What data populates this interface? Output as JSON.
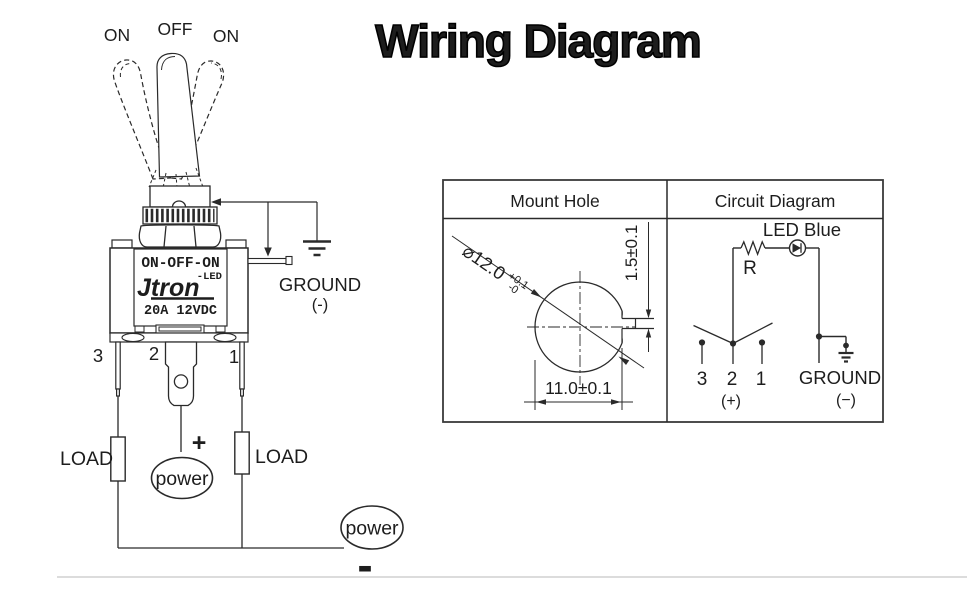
{
  "title": "Wiring Diagram",
  "colors": {
    "ink": "#2a2a2a",
    "paper": "#ffffff",
    "scan_edge": "#d0d0d0"
  },
  "toggle_switch": {
    "positions": [
      "ON",
      "OFF",
      "ON"
    ],
    "body_label_row1": "ON-OFF-ON",
    "body_label_row2": "-LED",
    "brand": "Jtron",
    "rating": "20A 12VDC",
    "terminals": [
      "3",
      "2",
      "1"
    ],
    "ground_label": "GROUND",
    "ground_polarity": "(-)",
    "load_left": "LOAD",
    "load_right": "LOAD",
    "power_positive": {
      "label": "power",
      "sign": "+"
    },
    "power_negative": {
      "label": "power",
      "sign": "-"
    }
  },
  "spec_table": {
    "columns": [
      "Mount Hole",
      "Circuit Diagram"
    ],
    "mount_hole": {
      "diameter": "⌀12.0",
      "diameter_tol_upper": "+0.1",
      "diameter_tol_lower": "-0",
      "key_dim": "1.5±0.1",
      "width_dim": "11.0±0.1"
    },
    "circuit": {
      "led_label": "LED Blue",
      "resistor_label": "R",
      "terminals": [
        "3",
        "2",
        "1"
      ],
      "positive": "(+)",
      "ground_label": "GROUND",
      "negative": "(−)"
    }
  }
}
